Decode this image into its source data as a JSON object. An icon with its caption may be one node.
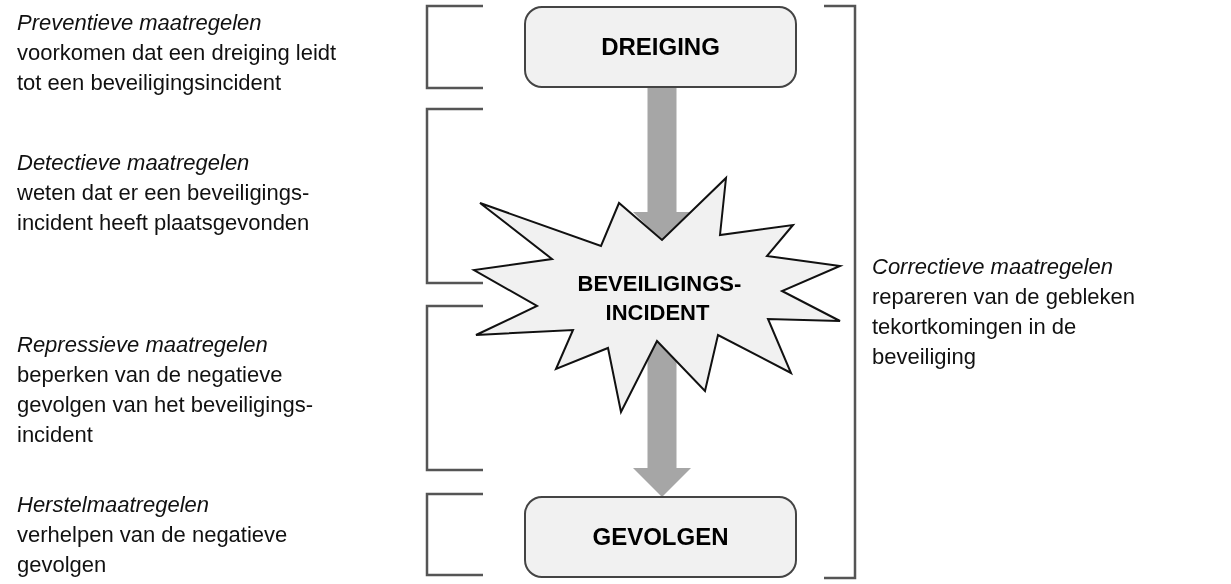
{
  "diagram": {
    "nodes": [
      {
        "text": [
          "DREIGING"
        ]
      },
      {
        "text": [
          "BEVEILIGINGS- INCIDENT"
        ]
      },
      {
        "text": [
          "GEVOLGEN"
        ]
      }
    ],
    "edges": [
      {
        "from": 0,
        "to": 1,
        "arrow": "to"
      },
      {
        "from": 1,
        "to": 2,
        "arrow": "to"
      }
    ],
    "labels": [
      "Preventieve maatregelen",
      "voorkomen dat een dreiging leidt tot een beveiligingsincident",
      "Detectieve maatregelen",
      "weten dat er een beveiligings- incident heeft plaatsgevonden",
      "Repressieve maatregelen",
      "beperken van de negatieve gevolgen van het beveiligings- incident",
      "Herstelmaatregelen",
      "verhelpen van de negatieve gevolgen",
      "Correctieve maatregelen",
      "repareren van de gebleken tekortkomingen in de beveiliging"
    ]
  }
}
